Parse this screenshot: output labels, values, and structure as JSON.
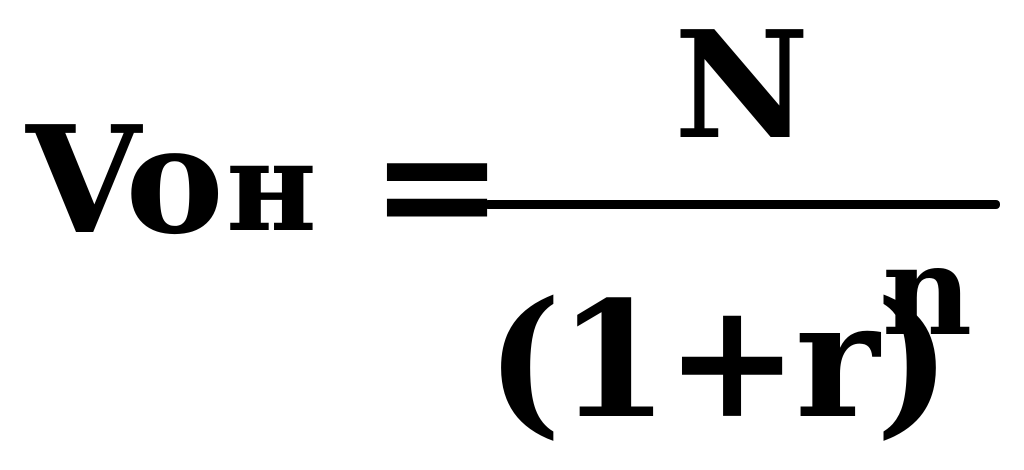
{
  "formula": {
    "lhs": {
      "variable": "Vo",
      "subscript": "н"
    },
    "relation": "=",
    "numerator": "N",
    "denominator": "(1+r)",
    "exponent": "n"
  }
}
